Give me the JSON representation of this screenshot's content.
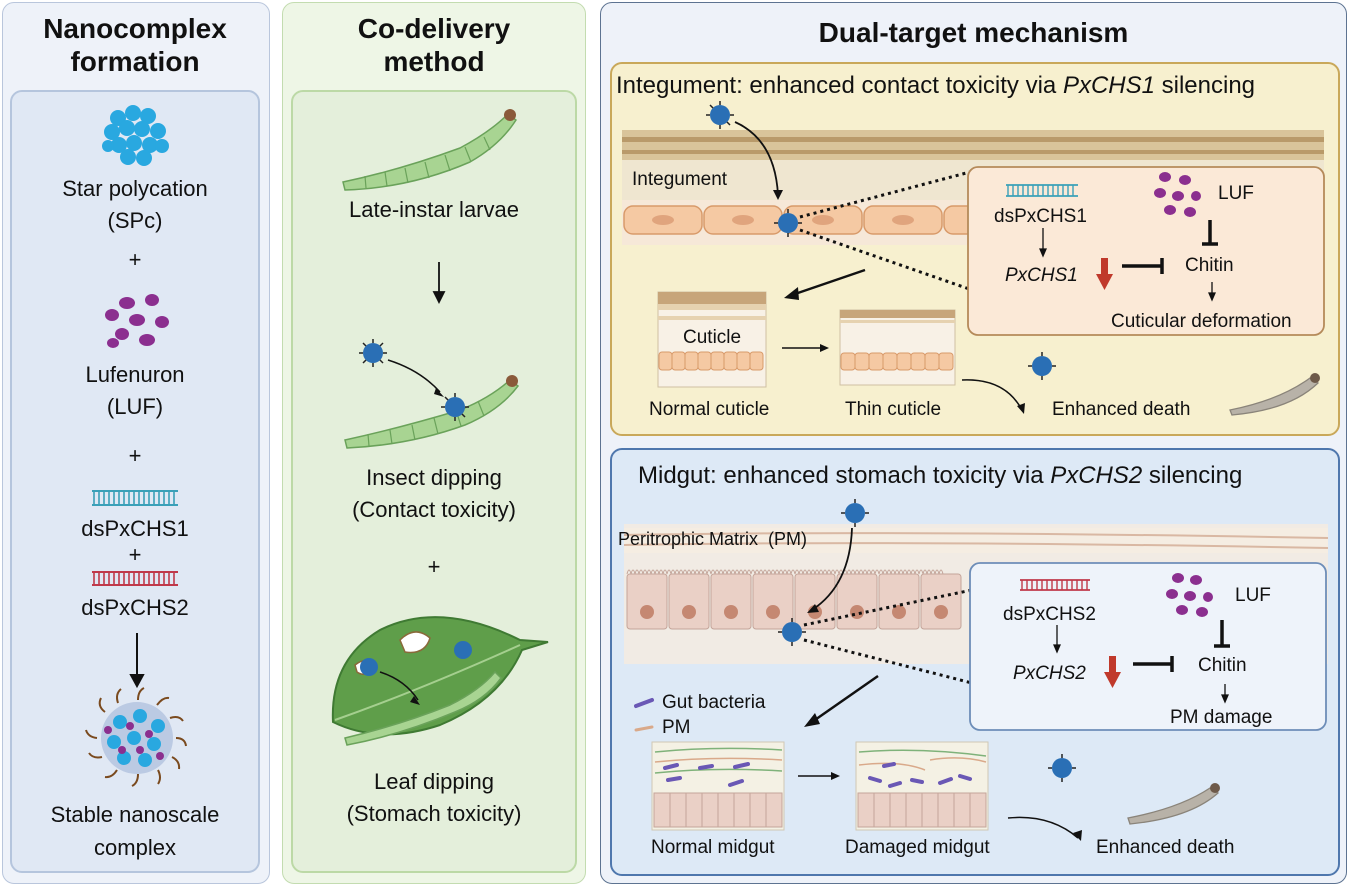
{
  "col1": {
    "title_line1": "Nanocomplex",
    "title_line2": "formation",
    "spc_line1": "Star polycation",
    "spc_line2": "(SPc)",
    "plus1": "+",
    "luf_line1": "Lufenuron",
    "luf_line2": "(LUF)",
    "plus2": "+",
    "ds1": "dsPxCHS1",
    "plus3": "+",
    "ds2": "dsPxCHS2",
    "result_line1": "Stable nanoscale",
    "result_line2": "complex"
  },
  "col2": {
    "title_line1": "Co-delivery",
    "title_line2": "method",
    "larvae": "Late-instar larvae",
    "dip_line1": "Insect dipping",
    "dip_line2": "(Contact toxicity)",
    "plus": "+",
    "leaf_line1": "Leaf dipping",
    "leaf_line2": "(Stomach toxicity)"
  },
  "col3": {
    "title": "Dual-target mechanism",
    "integ": {
      "header_pre": "Integument: enhanced contact toxicity via ",
      "header_gene": "PxCHS1",
      "header_post": " silencing",
      "integument": "Integument",
      "ds": "dsPxCHS1",
      "luf": "LUF",
      "gene": "PxCHS1",
      "chitin": "Chitin",
      "outcome": "Cuticular deformation",
      "cuticle": "Cuticle",
      "normal": "Normal cuticle",
      "thin": "Thin cuticle",
      "death": "Enhanced death"
    },
    "midgut": {
      "header_pre": "Midgut: enhanced stomach toxicity via ",
      "header_gene": "PxCHS2",
      "header_post": " silencing",
      "pm_label": "Peritrophic Matrix  (PM)",
      "ds": "dsPxCHS2",
      "luf": "LUF",
      "gene": "PxCHS2",
      "chitin": "Chitin",
      "outcome": "PM damage",
      "legend_bacteria": "Gut bacteria",
      "legend_pm": "PM",
      "normal": "Normal midgut",
      "damaged": "Damaged midgut",
      "death": "Enhanced death"
    }
  },
  "colors": {
    "col1_bg": "#e8eef8",
    "col2_bg": "#eaf3e1",
    "col3_bg": "#e8eef8",
    "integ_bg": "#f7f0cf",
    "midgut_bg": "#dde9f6",
    "spc": "#29a8e0",
    "luf": "#8b2f8f",
    "ds1": "#3aa0b8",
    "ds2": "#c0394a",
    "larva": "#9bcf85",
    "down_arrow": "#c0392b"
  }
}
